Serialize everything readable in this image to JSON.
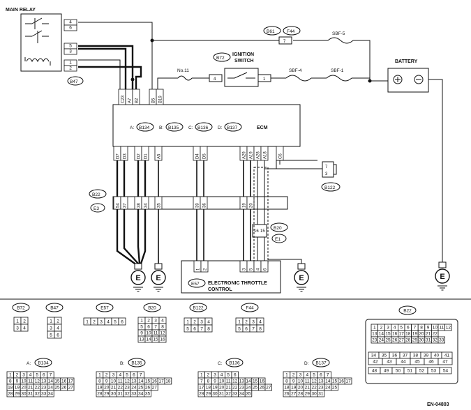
{
  "labels": {
    "main_relay": "MAIN RELAY",
    "ignition": "IGNITION",
    "switch": "SWITCH",
    "battery": "BATTERY",
    "ecm": "ECM",
    "no11": "No.11",
    "sbf5": "SBF-5",
    "sbf4": "SBF-4",
    "sbf1": "SBF-1",
    "etc1": "ELECTRONIC THROTTLE",
    "etc2": "CONTROL",
    "figure_id": "EN-04803",
    "ground": "E"
  },
  "connectors": {
    "B47": "B47",
    "B61": "B61",
    "F44": "F44",
    "B72": "B72",
    "B122": "B122",
    "B22": "B22",
    "E3": "E3",
    "B20": "B20",
    "E1": "E1",
    "E57": "E57",
    "B134": "B134",
    "B135": "B135",
    "B136": "B136",
    "B137": "B137"
  },
  "ecm_prefixes": {
    "a": "A:",
    "b": "B:",
    "c": "C:",
    "d": "D:"
  },
  "relay_pins": [
    "4",
    "6",
    "5",
    "3",
    "1",
    "2"
  ],
  "ecm_top_pins": [
    "C23",
    "A7",
    "B2",
    "B5",
    "B19"
  ],
  "ecm_bottom_pins": [
    "D7",
    "D3",
    "D2",
    "D1",
    "A5",
    "D4",
    "D5",
    "A29",
    "A19",
    "A28",
    "A18",
    "C6"
  ],
  "b22_pins": [
    "54",
    "37",
    "38",
    "34",
    "35",
    "39",
    "36",
    "19",
    "20"
  ],
  "b122_pins": [
    "7",
    "3"
  ],
  "b20_pins": [
    "16",
    "15"
  ],
  "e57_pins": [
    "1",
    "2",
    "3",
    "5",
    "4",
    "6"
  ],
  "fuse_pins": {
    "f44": "7",
    "b72_left": "4",
    "b72_right": "1"
  },
  "face": {
    "b72": [
      "1",
      "2",
      "3",
      "4"
    ],
    "b47": [
      "1",
      "2",
      "3",
      "4",
      "5",
      "6"
    ],
    "e57": [
      "1",
      "2",
      "3",
      "4",
      "5",
      "6"
    ],
    "b20": [
      "1",
      "2",
      "3",
      "4",
      "5",
      "6",
      "7",
      "8",
      "9",
      "10",
      "11",
      "12",
      "13",
      "14",
      "15",
      "16"
    ],
    "b122": [
      "1",
      "2",
      "3",
      "4",
      "5",
      "6",
      "7",
      "8"
    ],
    "f44": [
      "1",
      "2",
      "3",
      "4",
      "5",
      "6",
      "7",
      "8"
    ],
    "b22_rows": [
      [
        "1",
        "2",
        "3",
        "4",
        "5",
        "6",
        "7",
        "8",
        "9",
        "10",
        "11",
        "12"
      ],
      [
        "13",
        "14",
        "15",
        "16",
        "17",
        "18",
        "19",
        "20",
        "21",
        "22"
      ],
      [
        "23",
        "24",
        "25",
        "26",
        "27",
        "28",
        "29",
        "30",
        "31",
        "32",
        "33"
      ],
      [
        "34",
        "35",
        "36",
        "37",
        "38",
        "39",
        "40",
        "41"
      ],
      [
        "42",
        "43",
        "44",
        "45",
        "46",
        "47"
      ],
      [
        "48",
        "49",
        "50",
        "51",
        "52",
        "53",
        "54"
      ]
    ],
    "a_rows": [
      [
        "1",
        "2",
        "3",
        "4",
        "5",
        "6",
        "7"
      ],
      [
        "8",
        "9",
        "10",
        "11",
        "12",
        "13",
        "14",
        "15",
        "16",
        "17"
      ],
      [
        "18",
        "19",
        "20",
        "21",
        "22",
        "23",
        "24",
        "25",
        "26",
        "27"
      ],
      [
        "28",
        "29",
        "30",
        "31",
        "32",
        "33",
        "34"
      ]
    ],
    "b_rows": [
      [
        "1",
        "2",
        "3",
        "4",
        "5",
        "6",
        "7"
      ],
      [
        "8",
        "9",
        "10",
        "11",
        "12",
        "13",
        "14",
        "15",
        "16",
        "17",
        "18"
      ],
      [
        "19",
        "20",
        "21",
        "22",
        "23",
        "24",
        "25",
        "26",
        "27"
      ],
      [
        "28",
        "29",
        "30",
        "31",
        "32",
        "33",
        "34",
        "35"
      ]
    ],
    "c_rows": [
      [
        "1",
        "2",
        "3",
        "4",
        "5",
        "6"
      ],
      [
        "7",
        "8",
        "9",
        "10",
        "11",
        "12",
        "13",
        "14",
        "15",
        "16"
      ],
      [
        "17",
        "18",
        "19",
        "20",
        "21",
        "22",
        "23",
        "24",
        "25",
        "26",
        "27"
      ],
      [
        "28",
        "29",
        "30",
        "31",
        "32",
        "33",
        "34",
        "35"
      ]
    ],
    "d_rows": [
      [
        "1",
        "2",
        "3",
        "4",
        "5",
        "6",
        "7"
      ],
      [
        "8",
        "9",
        "10",
        "11",
        "12",
        "13",
        "14",
        "15",
        "16",
        "17"
      ],
      [
        "18",
        "19",
        "20",
        "21",
        "22",
        "23",
        "24",
        "25"
      ],
      [
        "26",
        "27",
        "28",
        "29",
        "30",
        "31"
      ]
    ]
  }
}
